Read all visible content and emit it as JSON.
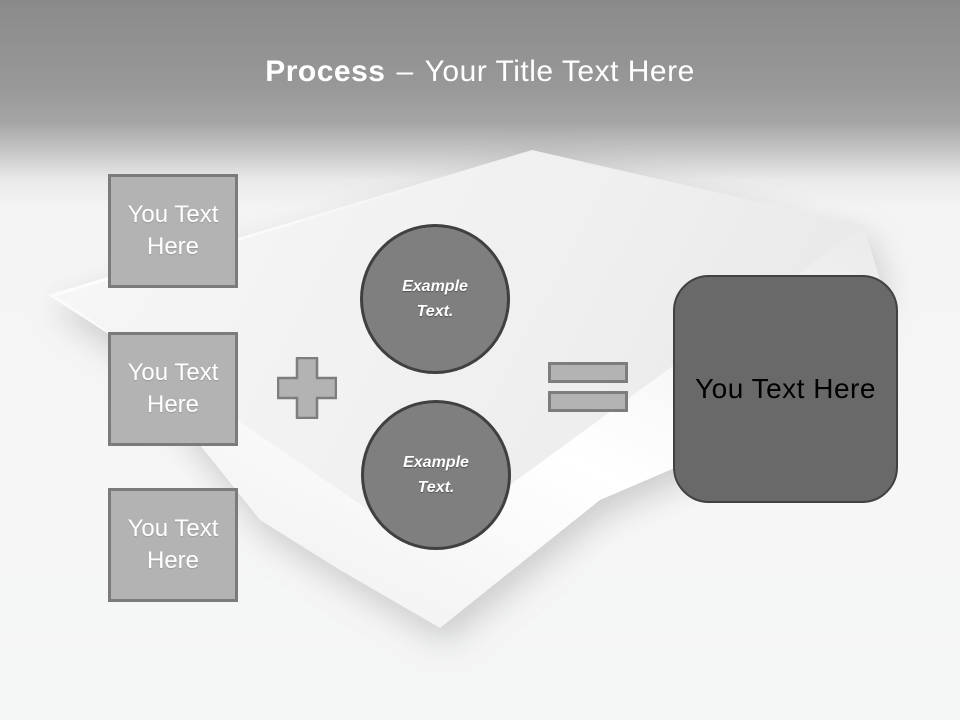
{
  "slide": {
    "title": {
      "emphasis": "Process",
      "separator": "–",
      "text": "Your Title Text Here"
    },
    "left_boxes": [
      {
        "label": "You Text Here"
      },
      {
        "label": "You Text Here"
      },
      {
        "label": "You Text Here"
      }
    ],
    "operators": {
      "plus_icon": "plus",
      "equals_icon": "equals"
    },
    "circles": [
      {
        "label": "Example Text."
      },
      {
        "label": "Example Text."
      }
    ],
    "result_box": {
      "label": "You Text Here"
    },
    "background": {
      "decoration": "white-book-photo"
    },
    "colors": {
      "header_top": "#8a8a8a",
      "header_fade_to": "#f6f6f6",
      "placeholder_fill": "#b3b3b3",
      "placeholder_border": "#7b7b7b",
      "circle_fill": "#7f7f7f",
      "circle_border": "#404040",
      "result_fill": "#696969",
      "result_border": "#414141",
      "title_text": "#ffffff",
      "placeholder_text": "#ffffff",
      "result_text": "#000000"
    }
  }
}
